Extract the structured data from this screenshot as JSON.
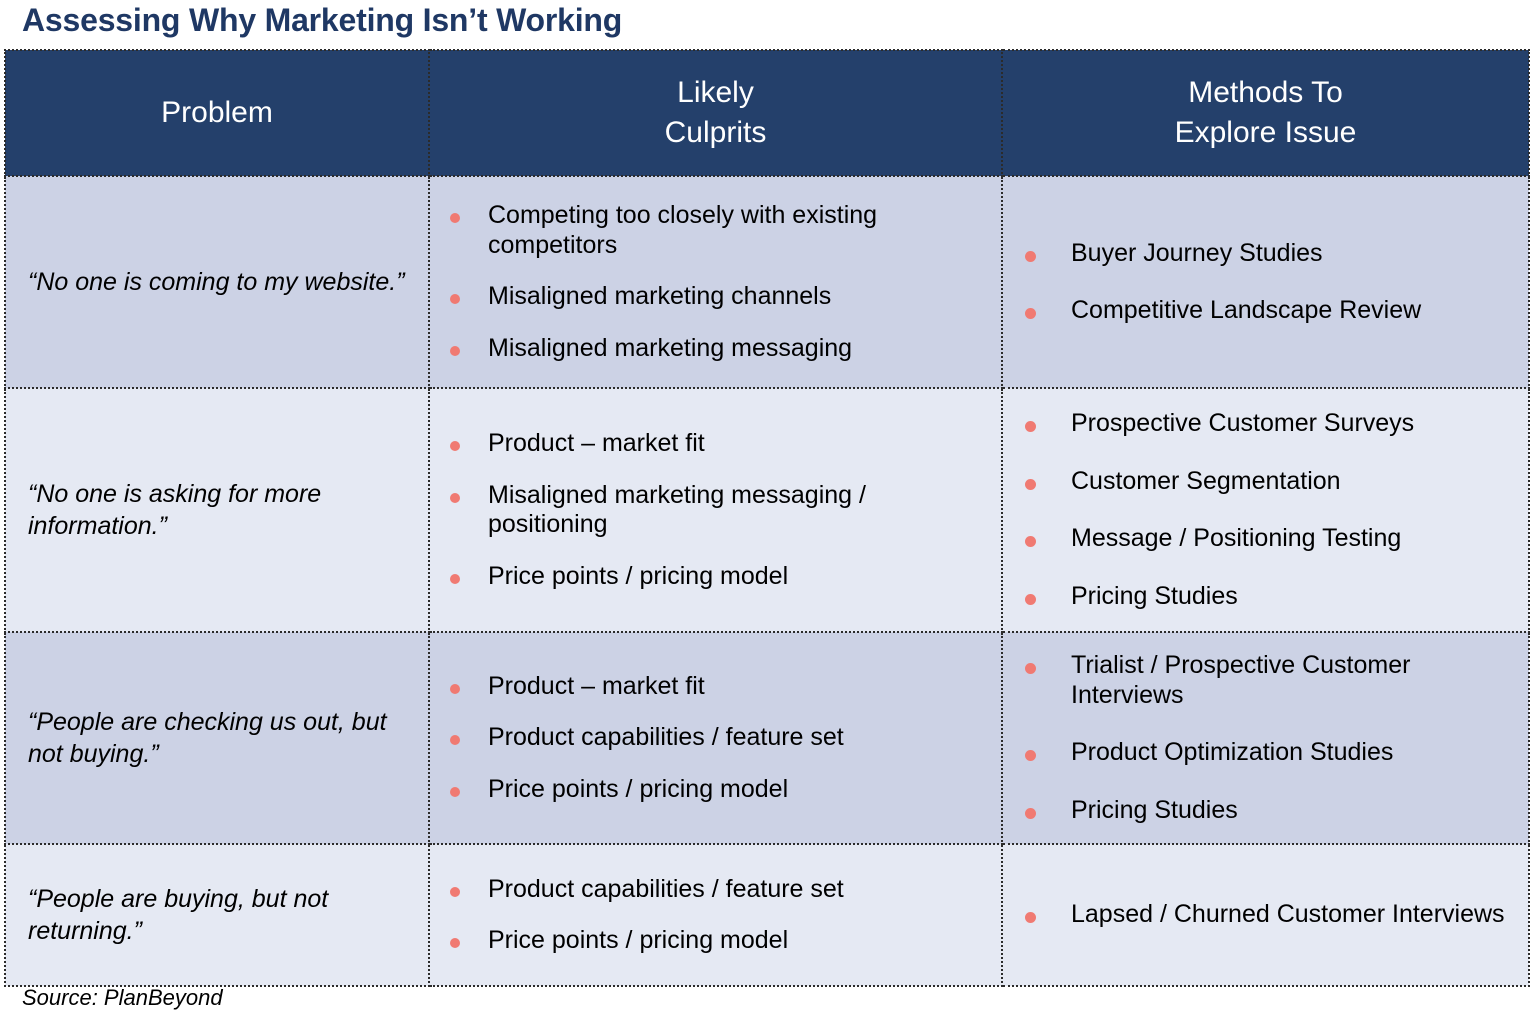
{
  "title": "Assessing Why Marketing Isn’t Working",
  "source": "Source: PlanBeyond",
  "colors": {
    "title": "#1f3864",
    "header_bg": "#24406b",
    "header_text": "#ffffff",
    "row_dark": "#ccd2e5",
    "row_light": "#e5e9f3",
    "bullet": "#f07a72",
    "border": "#2b2b2b"
  },
  "table": {
    "headers": {
      "problem": "Problem",
      "culprits_line1": "Likely",
      "culprits_line2": "Culprits",
      "methods_line1": "Methods To",
      "methods_line2": "Explore Issue"
    },
    "rows": [
      {
        "problem": "“No one is coming to my website.”",
        "culprits": [
          "Competing too closely with existing competitors",
          "Misaligned marketing channels",
          "Misaligned marketing messaging"
        ],
        "methods": [
          "Buyer Journey Studies",
          "Competitive Landscape Review"
        ]
      },
      {
        "problem": "“No one is asking for more information.”",
        "culprits": [
          "Product – market fit",
          "Misaligned marketing messaging / positioning",
          "Price points / pricing model"
        ],
        "methods": [
          "Prospective Customer Surveys",
          "Customer Segmentation",
          "Message / Positioning Testing",
          "Pricing Studies"
        ]
      },
      {
        "problem": "“People are checking us out, but not buying.”",
        "culprits": [
          "Product – market fit",
          "Product capabilities / feature set",
          "Price points / pricing model"
        ],
        "methods": [
          "Trialist / Prospective Customer Interviews",
          "Product Optimization Studies",
          "Pricing Studies"
        ]
      },
      {
        "problem": "“People are buying, but not returning.”",
        "culprits": [
          "Product capabilities / feature set",
          "Price points / pricing model"
        ],
        "methods": [
          "Lapsed / Churned Customer Interviews"
        ]
      }
    ]
  }
}
